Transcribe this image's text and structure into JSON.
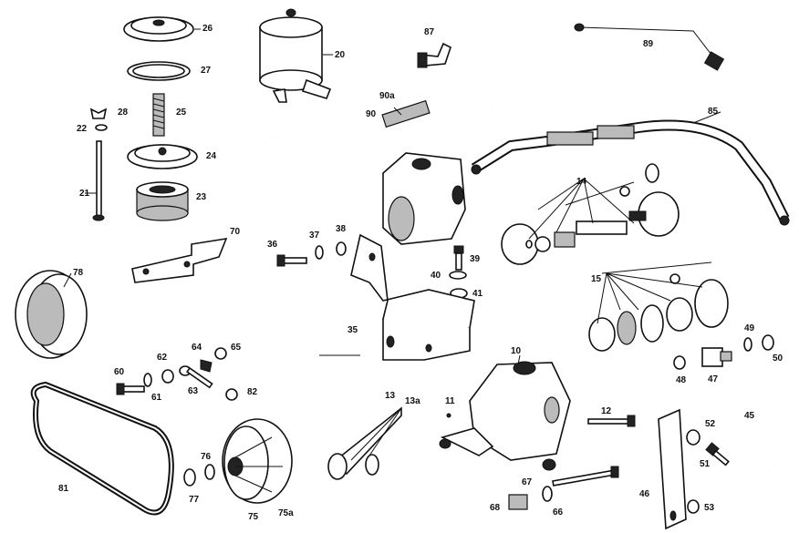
{
  "labels": {
    "p26": "26",
    "p27": "27",
    "p25": "25",
    "p28": "28",
    "p22": "22",
    "p24": "24",
    "p21": "21",
    "p23": "23",
    "p20": "20",
    "p87": "87",
    "p89": "89",
    "p90a": "90a",
    "p90": "90",
    "p85": "85",
    "p14": "14",
    "p70": "70",
    "p36": "36",
    "p37": "37",
    "p38": "38",
    "p39": "39",
    "p40": "40",
    "p41": "41",
    "p78": "78",
    "p35": "35",
    "p15": "15",
    "p62": "62",
    "p64": "64",
    "p65": "65",
    "p60": "60",
    "p61": "61",
    "p63": "63",
    "p82": "82",
    "p10": "10",
    "p49": "49",
    "p50": "50",
    "p48": "48",
    "p47": "47",
    "p13": "13",
    "p13a": "13a",
    "p11": "11",
    "p12": "12",
    "p45": "45",
    "p52": "52",
    "p51": "51",
    "p81": "81",
    "p76": "76",
    "p77": "77",
    "p75": "75",
    "p75a": "75a",
    "p67": "67",
    "p68": "68",
    "p66": "66",
    "p46": "46",
    "p53": "53"
  }
}
